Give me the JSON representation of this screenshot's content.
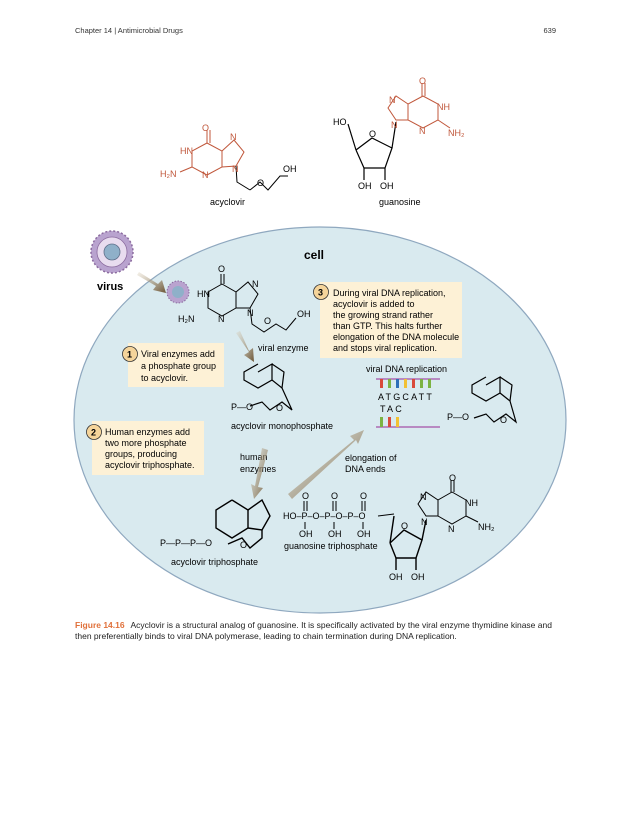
{
  "header": {
    "chapter": "Chapter 14 | Antimicrobial Drugs",
    "page": "639"
  },
  "figure": {
    "molecules": {
      "acyclovir": "acyclovir",
      "guanosine": "guanosine"
    },
    "cell_label": "cell",
    "virus_label": "virus",
    "viral_enzyme": "viral enzyme",
    "human_enzymes_1": "human",
    "human_enzymes_2": "enzymes",
    "acyclovir_monophosphate": "acyclovir monophosphate",
    "acyclovir_triphosphate": "acyclovir triphosphate",
    "guanosine_triphosphate": "guanosine triphosphate",
    "viral_dna_replication": "viral DNA replication",
    "dna_top": "ATGCATT",
    "dna_bottom": "TAC",
    "elongation_1": "elongation of",
    "elongation_2": "DNA ends",
    "chem": {
      "O": "O",
      "HN": "HN",
      "NH": "NH",
      "N": "N",
      "H2N": "H₂N",
      "NH2": "NH₂",
      "OH": "OH",
      "HO": "HO",
      "P": "P",
      "P_O": "P—O",
      "PPPO": "P—P—P—O",
      "HO_P": "HO–P–O–P–O–P–O"
    },
    "steps": [
      {
        "num": "1",
        "lines": [
          "Viral enzymes add",
          "a phosphate group",
          "to acyclovir."
        ]
      },
      {
        "num": "2",
        "lines": [
          "Human enzymes add",
          "two more phosphate",
          "groups, producing",
          "acyclovir triphosphate."
        ]
      },
      {
        "num": "3",
        "lines": [
          "During viral DNA replication,",
          "acyclovir is added to",
          "the growing strand rather",
          "than GTP. This halts further",
          "elongation of the DNA molecule",
          "and stops viral replication."
        ]
      }
    ]
  },
  "caption": {
    "label": "Figure 14.16",
    "text": "Acyclovir is a structural analog of guanosine. It is specifically activated by the viral enzyme thymidine kinase and then preferentially binds to viral DNA polymerase, leading to chain termination during DNA replication."
  }
}
